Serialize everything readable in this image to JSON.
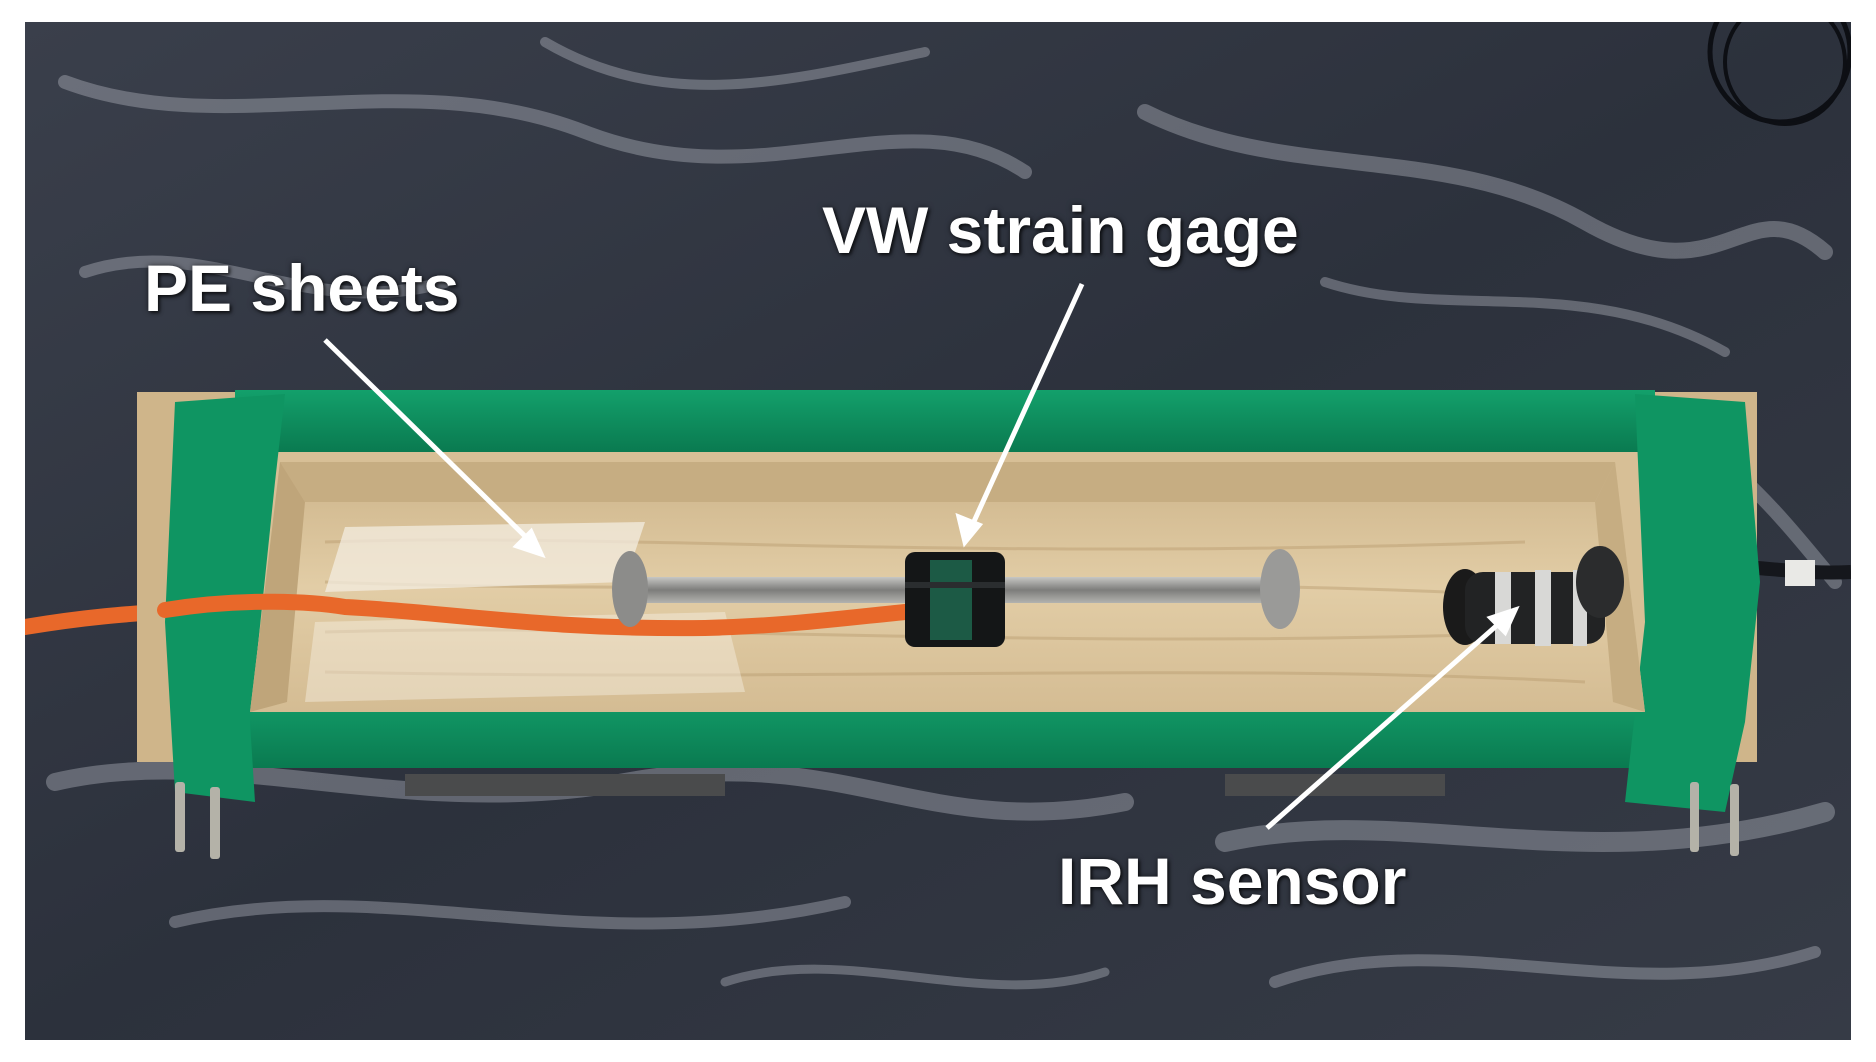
{
  "figure": {
    "labels": {
      "pe_sheets": "PE sheets",
      "vw_strain_gage": "VW strain gage",
      "irh_sensor": "IRH sensor"
    },
    "colors": {
      "background_plastic": "#2f3440",
      "tape_green": "#0e8a5c",
      "wood": "#d9c29a",
      "cable_orange": "#e8682a",
      "steel": "#9a9a98",
      "label_text": "#ffffff"
    }
  }
}
